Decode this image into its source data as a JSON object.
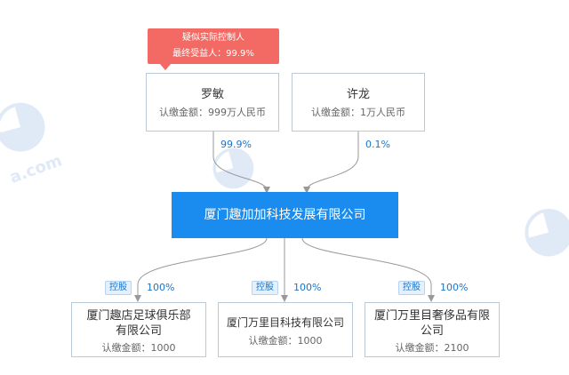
{
  "badge": {
    "line1": "疑似实际控制人",
    "line2": "最终受益人：99.9%"
  },
  "shareholders": [
    {
      "name": "罗敏",
      "amount": "认缴金额：999万人民币",
      "percent": "99.9%"
    },
    {
      "name": "许龙",
      "amount": "认缴金额：1万人民币",
      "percent": "0.1%"
    }
  ],
  "company": {
    "name": "厦门趣加加科技发展有限公司"
  },
  "subsidiaries": [
    {
      "name": "厦门趣店足球俱乐部有限公司",
      "amount": "认缴金额：1000",
      "tag": "控股",
      "percent": "100%"
    },
    {
      "name": "厦门万里目科技有限公司",
      "amount": "认缴金额：1000",
      "tag": "控股",
      "percent": "100%"
    },
    {
      "name": "厦门万里目奢侈品有限公司",
      "amount": "认缴金额：2100",
      "tag": "控股",
      "percent": "100%"
    }
  ],
  "colors": {
    "accent": "#1a8cf0",
    "badge": "#f26a63",
    "line": "#999999",
    "percent_text": "#1a74c9"
  }
}
